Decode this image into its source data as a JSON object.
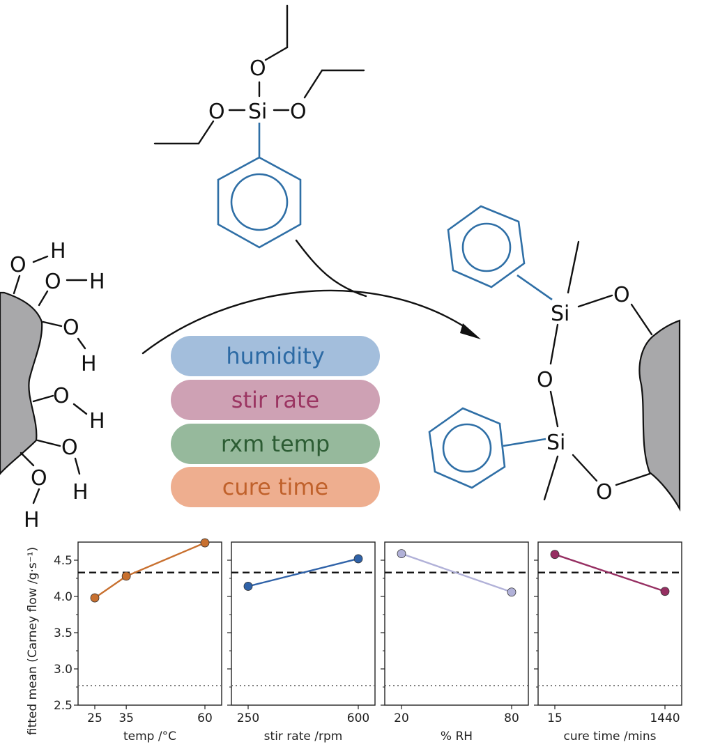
{
  "factors": [
    {
      "label": "humidity",
      "fill": "#a3bedc",
      "text_color": "#2c6aa4"
    },
    {
      "label": "stir rate",
      "fill": "#cea1b4",
      "text_color": "#9b3562"
    },
    {
      "label": "rxm temp",
      "fill": "#96b99c",
      "text_color": "#2c5c33"
    },
    {
      "label": "cure time",
      "fill": "#eeae8f",
      "text_color": "#c0612b"
    }
  ],
  "molecule_atoms": {
    "o": "O",
    "si": "Si",
    "h": "H"
  },
  "chart_data": {
    "type": "line",
    "ylabel": "fitted mean (Carney flow /g·s⁻¹)",
    "ylim": [
      2.5,
      4.75
    ],
    "y_ticks": [
      "2.5",
      "3.0",
      "3.5",
      "4.0",
      "4.5"
    ],
    "reference_lines": {
      "overall_mean": 4.33,
      "dotted": 2.77
    },
    "panels": [
      {
        "xlabel": "temp /°C",
        "x_ticks": [
          "25",
          "35",
          "60"
        ],
        "x": [
          25,
          35,
          60
        ],
        "values": [
          3.98,
          4.28,
          4.74
        ],
        "color": "#c8702f"
      },
      {
        "xlabel": "stir rate /rpm",
        "x_ticks": [
          "250",
          "600"
        ],
        "x": [
          250,
          600
        ],
        "values": [
          4.14,
          4.52
        ],
        "color": "#2f62a8"
      },
      {
        "xlabel": "% RH",
        "x_ticks": [
          "20",
          "80"
        ],
        "x": [
          20,
          80
        ],
        "values": [
          4.59,
          4.06
        ],
        "color": "#b1b1d8"
      },
      {
        "xlabel": "cure time /mins",
        "x_ticks": [
          "15",
          "1440"
        ],
        "x": [
          15,
          1440
        ],
        "values": [
          4.58,
          4.07
        ],
        "color": "#962f62"
      }
    ]
  }
}
